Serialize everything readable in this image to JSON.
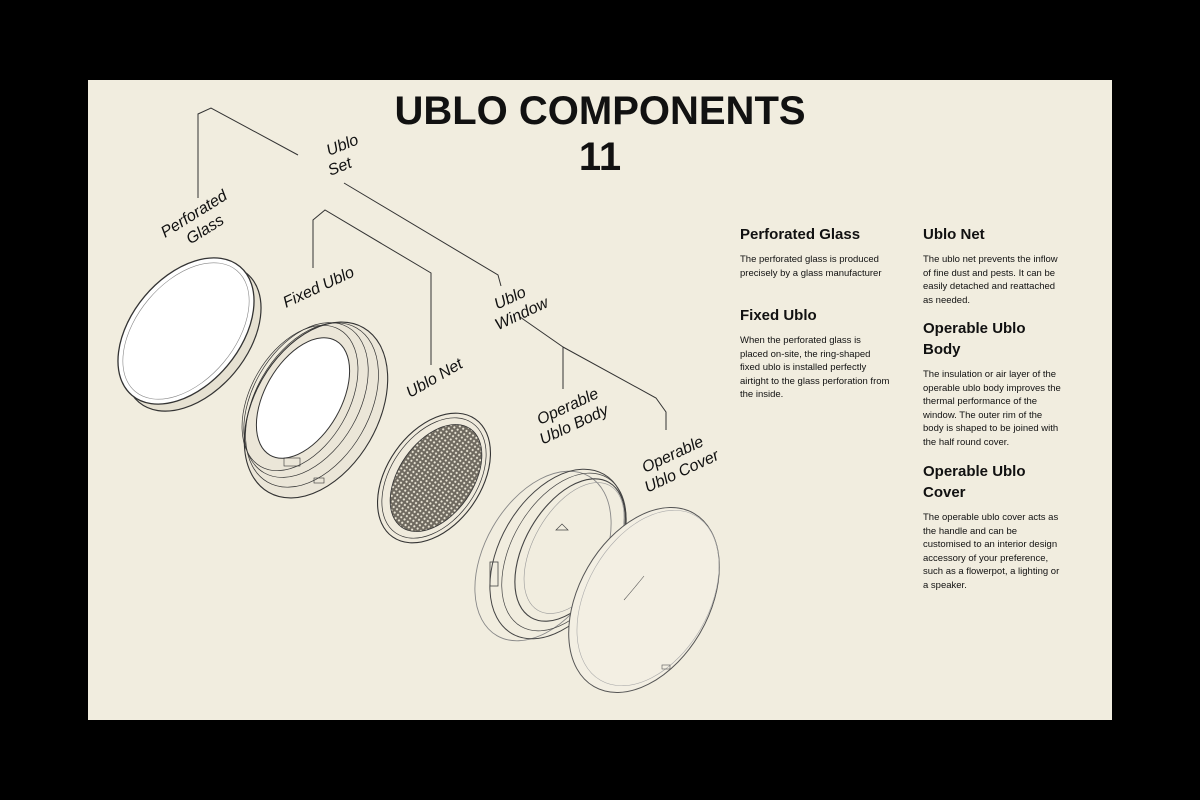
{
  "title": {
    "line1": "UBLO COMPONENTS",
    "line2": "11"
  },
  "labels": {
    "set": [
      "Ublo",
      "Set"
    ],
    "perforated_glass": [
      "Perforated",
      "Glass"
    ],
    "fixed_ublo": [
      "Fixed Ublo"
    ],
    "window": [
      "Ublo",
      "Window"
    ],
    "net": [
      "Ublo Net"
    ],
    "operable_body": [
      "Operable",
      "Ublo Body"
    ],
    "operable_cover": [
      "Operable",
      "Ublo Cover"
    ]
  },
  "descriptions": {
    "perforated_glass": {
      "heading": "Perforated Glass",
      "text": "The perforated glass is produced precisely by a glass manufacturer"
    },
    "fixed_ublo": {
      "heading": "Fixed Ublo",
      "text": "When the perforated glass is placed on-site, the ring-shaped fixed ublo is installed perfectly airtight to the glass perforation from the inside."
    },
    "ublo_net": {
      "heading": "Ublo Net",
      "text": "The ublo net  prevents the inflow of fine dust and pests. It can be easily detached and reattached as needed."
    },
    "operable_body": {
      "heading": "Operable Ublo Body",
      "text": "The insulation or air layer of the operable ublo body improves the thermal performance of the window. The outer rim of the body is shaped to be joined with the half round cover."
    },
    "operable_cover": {
      "heading": "Operable Ublo Cover",
      "text": "The operable ublo cover acts as the handle and can be customised to an interior design accessory of your preference, such as a flowerpot, a lighting or a speaker."
    }
  }
}
